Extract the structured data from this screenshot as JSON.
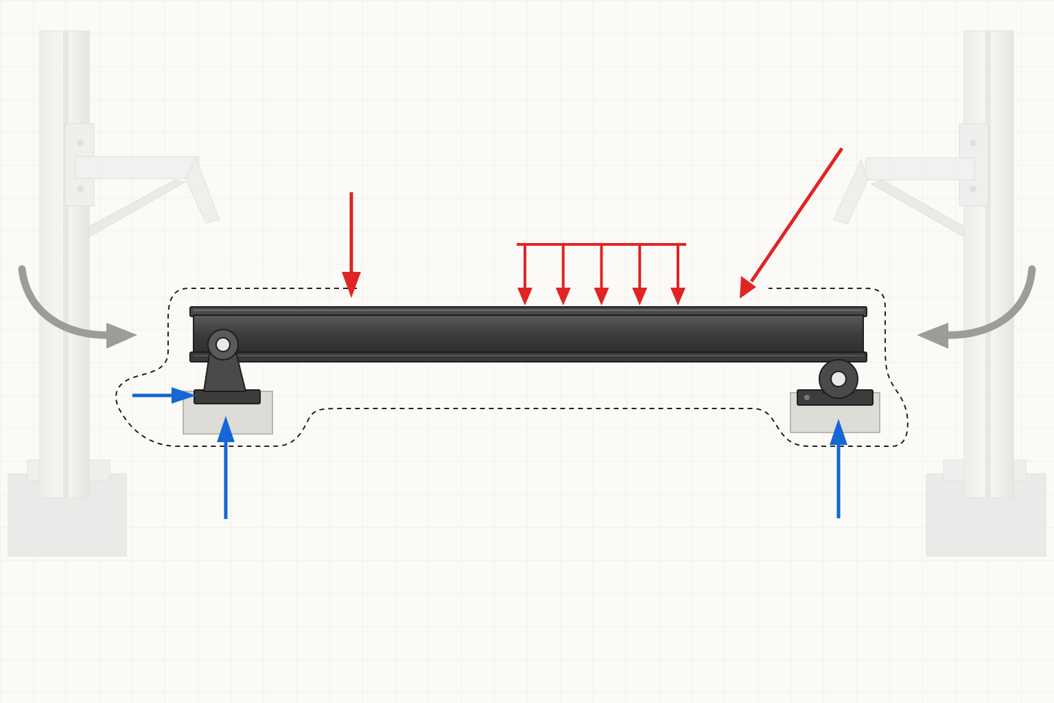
{
  "diagram": {
    "kind": "free-body-diagram",
    "text_labels": [],
    "colors": {
      "background": "#fbfaf6",
      "grid": "#e9e8e2",
      "beam": "#3f3f3f",
      "applied_load": "#e02424",
      "reaction": "#1566d6",
      "boundary": "#1e1e1e",
      "surroundings": "#e6e6e4",
      "concrete": "#dedcd7"
    },
    "elements": {
      "beam": "i-beam",
      "left_support": "pin-support",
      "right_support": "roller-support",
      "boundary": "dashed-isolation-boundary",
      "background_structure": "faded-columns-with-brackets"
    },
    "applied_loads": [
      {
        "type": "point-load",
        "direction": "down"
      },
      {
        "type": "distributed-load",
        "arrow_count": 5,
        "direction": "down"
      },
      {
        "type": "inclined-point-load",
        "direction": "down-left"
      }
    ],
    "reactions": [
      {
        "support": "pin",
        "components": [
          "horizontal",
          "vertical"
        ]
      },
      {
        "support": "roller",
        "components": [
          "vertical"
        ]
      }
    ],
    "external_moments": [
      {
        "side": "left",
        "direction": "inward"
      },
      {
        "side": "right",
        "direction": "inward"
      }
    ]
  }
}
